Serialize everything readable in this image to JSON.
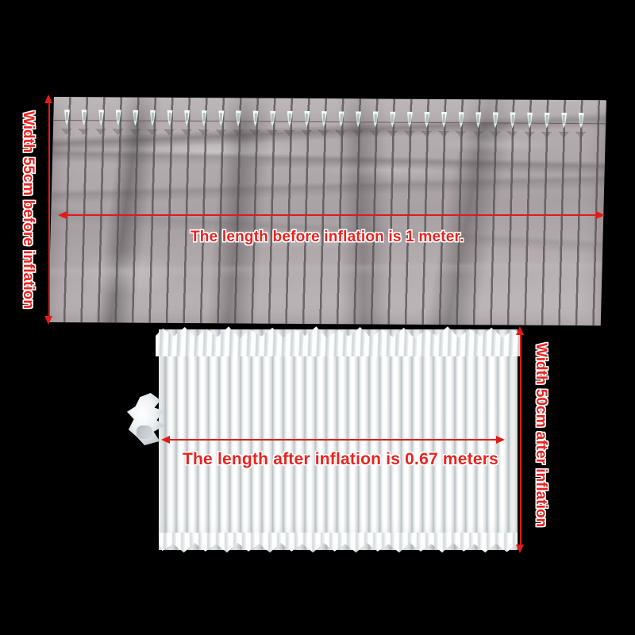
{
  "image": {
    "background_color": "#000000",
    "annotation_color": "#e8231f",
    "subject": "air-column-cushion-packaging"
  },
  "annotations": {
    "length_before": {
      "text": "The length before inflation is 1 meter.",
      "value": "1",
      "unit": "meter",
      "orientation": "horizontal"
    },
    "length_after": {
      "text": "The length after inflation is 0.67 meters",
      "value": "0.67",
      "unit": "meters",
      "orientation": "horizontal"
    },
    "width_before": {
      "text": "Width 55cm before inflation",
      "value": "55",
      "unit": "cm",
      "orientation": "vertical"
    },
    "width_after": {
      "text": "Width 50cm after inflation",
      "value": "50",
      "unit": "cm",
      "orientation": "vertical"
    }
  },
  "products": {
    "uninflated": {
      "name": "uninflated-air-column-sheet",
      "column_count": 32,
      "valve_count": 31,
      "material_color": "#b2aaac"
    },
    "inflated": {
      "name": "inflated-air-column-bag",
      "column_count": 40,
      "material_color": "#ffffff",
      "nozzle": "inflation-nozzle-tab"
    }
  }
}
